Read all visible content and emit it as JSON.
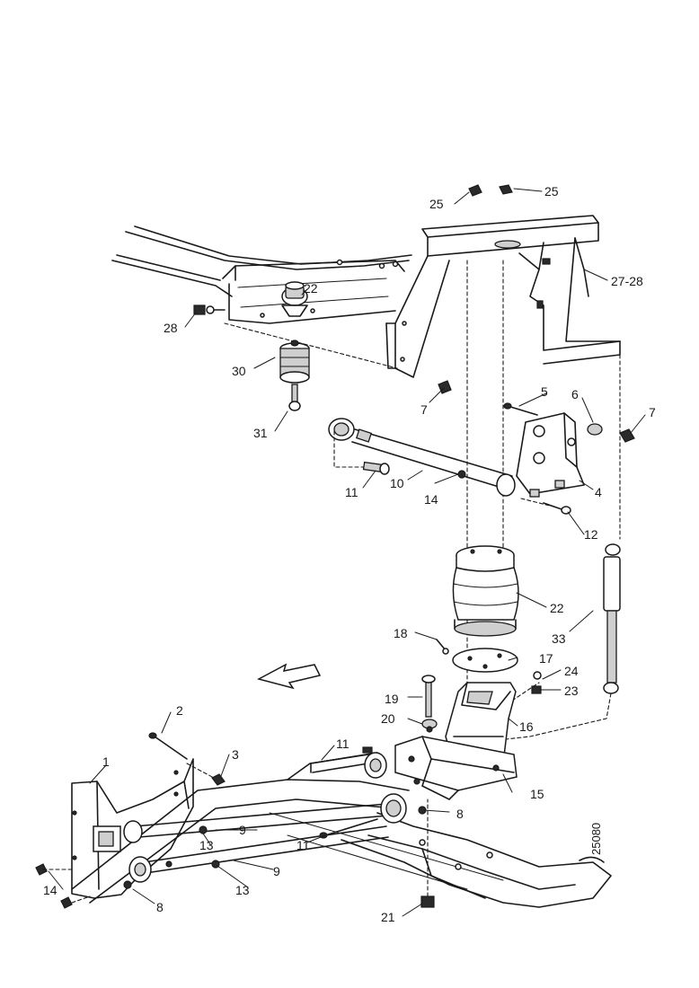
{
  "diagram": {
    "doc_number": "25080",
    "callouts": [
      {
        "id": "c1",
        "text": "1"
      },
      {
        "id": "c2",
        "text": "2"
      },
      {
        "id": "c3",
        "text": "3"
      },
      {
        "id": "c4",
        "text": "4"
      },
      {
        "id": "c5",
        "text": "5"
      },
      {
        "id": "c6",
        "text": "6"
      },
      {
        "id": "c7a",
        "text": "7"
      },
      {
        "id": "c7b",
        "text": "7"
      },
      {
        "id": "c8a",
        "text": "8"
      },
      {
        "id": "c8b",
        "text": "8"
      },
      {
        "id": "c9a",
        "text": "9"
      },
      {
        "id": "c9b",
        "text": "9"
      },
      {
        "id": "c10",
        "text": "10"
      },
      {
        "id": "c11a",
        "text": "11"
      },
      {
        "id": "c11b",
        "text": "11"
      },
      {
        "id": "c11c",
        "text": "11"
      },
      {
        "id": "c12",
        "text": "12"
      },
      {
        "id": "c13a",
        "text": "13"
      },
      {
        "id": "c13b",
        "text": "13"
      },
      {
        "id": "c14a",
        "text": "14"
      },
      {
        "id": "c14b",
        "text": "14"
      },
      {
        "id": "c15",
        "text": "15"
      },
      {
        "id": "c16",
        "text": "16"
      },
      {
        "id": "c17",
        "text": "17"
      },
      {
        "id": "c18",
        "text": "18"
      },
      {
        "id": "c19",
        "text": "19"
      },
      {
        "id": "c20",
        "text": "20"
      },
      {
        "id": "c21",
        "text": "21"
      },
      {
        "id": "c22a",
        "text": "22"
      },
      {
        "id": "c22b",
        "text": "22"
      },
      {
        "id": "c23",
        "text": "23"
      },
      {
        "id": "c24",
        "text": "24"
      },
      {
        "id": "c25a",
        "text": "25"
      },
      {
        "id": "c25b",
        "text": "25"
      },
      {
        "id": "c27",
        "text": "27-28"
      },
      {
        "id": "c28",
        "text": "28"
      },
      {
        "id": "c30",
        "text": "30"
      },
      {
        "id": "c31",
        "text": "31"
      },
      {
        "id": "c33",
        "text": "33"
      }
    ]
  }
}
